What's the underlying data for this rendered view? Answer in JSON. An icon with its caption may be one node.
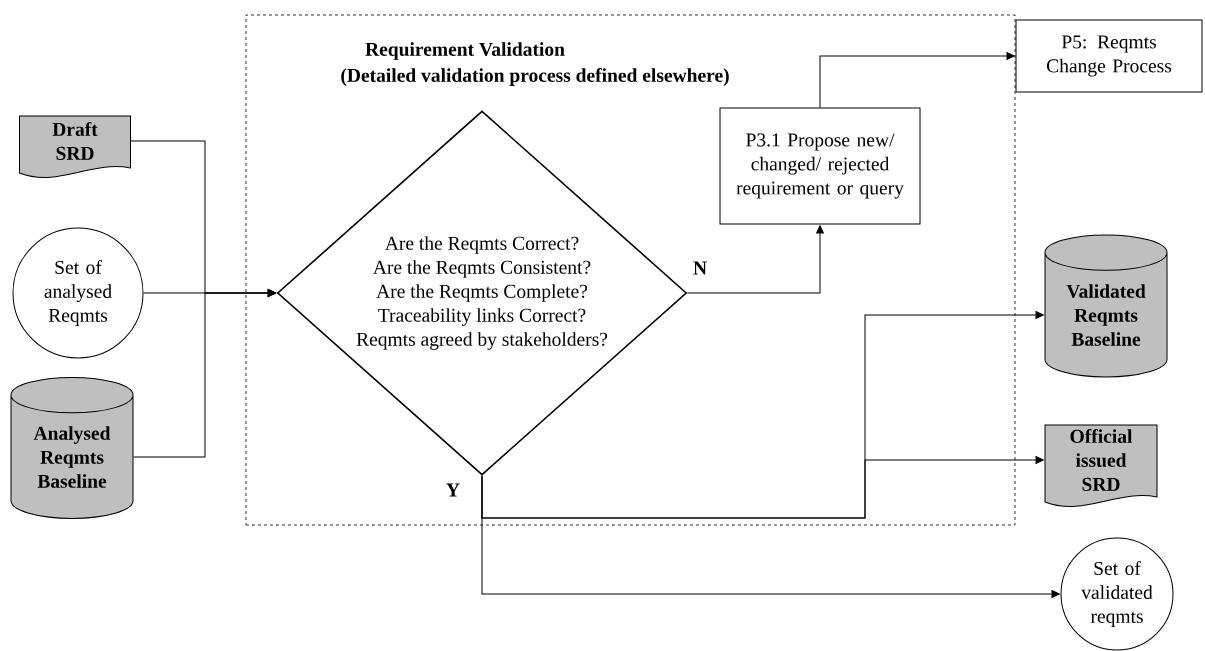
{
  "diagram": {
    "nodes": [
      {
        "text": [
          "Requirement Validation",
          "(Detailed validation process defined elsewhere)"
        ]
      },
      {
        "text": [
          "Draft SRD"
        ]
      },
      {
        "text": [
          "Set of analysed Reqmts"
        ]
      },
      {
        "text": [
          "Analysed Reqmts Baseline"
        ]
      },
      {
        "text": [
          "Are the  Reqmts Correct?",
          "Are the  Reqmts Consistent?",
          "Are the  Reqmts Complete?",
          "Traceability  links Correct?",
          "Reqmts agreed by stakeholders?"
        ],
        "in": 0
      },
      {
        "text": [
          "P3.1 Propose new/ changed/ rejected requirement or query"
        ],
        "in": 0
      },
      {
        "text": [
          "P5: Reqmts Change Process"
        ]
      },
      {
        "text": [
          "Validated Reqmts Baseline"
        ]
      },
      {
        "text": [
          "Official issued SRD"
        ]
      },
      {
        "text": [
          "Set of validated reqmts"
        ]
      }
    ],
    "edges": [
      {
        "from": 1,
        "to": 4,
        "arrow": "to"
      },
      {
        "from": 2,
        "to": 4,
        "arrow": "to"
      },
      {
        "from": 3,
        "to": 4,
        "arrow": "to"
      },
      {
        "from": 4,
        "to": 5,
        "arrow": "to",
        "label": "N"
      },
      {
        "from": 5,
        "to": 6,
        "arrow": "to"
      },
      {
        "from": 4,
        "to": 7,
        "arrow": "to",
        "label": "Y"
      },
      {
        "from": 4,
        "to": 8,
        "arrow": "to"
      },
      {
        "from": 4,
        "to": 9,
        "arrow": "to"
      }
    ]
  }
}
